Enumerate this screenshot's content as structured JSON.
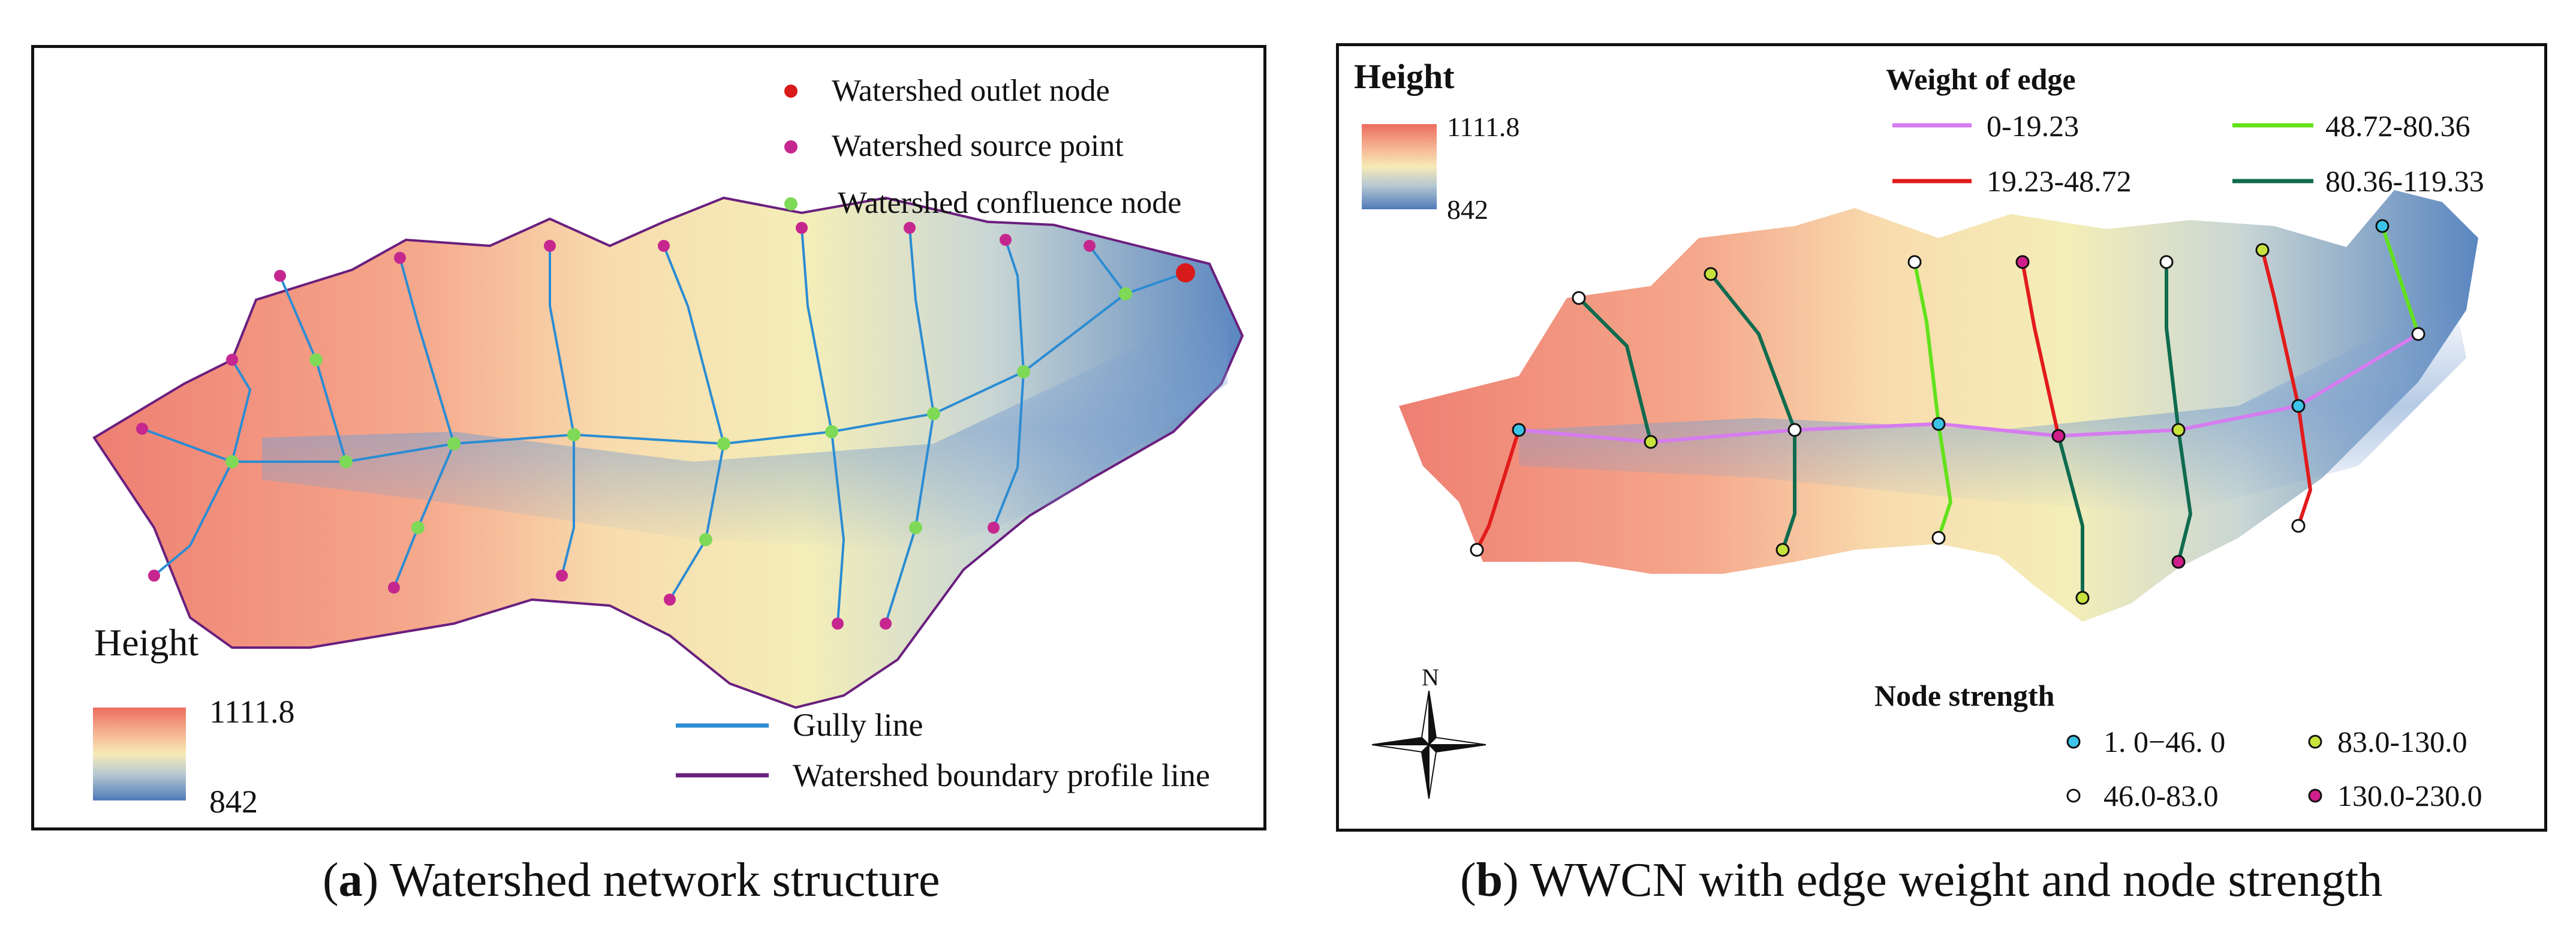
{
  "panel_a": {
    "legend_top": {
      "outlet": "Watershed outlet node",
      "source": "Watershed  source point",
      "confluence": "Watershed confluence  node"
    },
    "height": {
      "title": "Height",
      "max": "1111.8",
      "min": "842"
    },
    "legend_bottom": {
      "gully": "Gully line",
      "boundary": "Watershed boundary profile line"
    },
    "colors": {
      "gully": "#2b8cd3",
      "boundary": "#6a1f7e",
      "outlet": "#d91a1a",
      "source": "#c6278f",
      "confluence": "#7ed957"
    }
  },
  "panel_b": {
    "height": {
      "title": "Height",
      "max": "1111.8",
      "min": "842"
    },
    "edge_legend": {
      "title": "Weight of edge",
      "items": [
        {
          "label": "0-19.23",
          "color": "#d67bf0"
        },
        {
          "label": "48.72-80.36",
          "color": "#62e21a"
        },
        {
          "label": "19.23-48.72",
          "color": "#e21b1b"
        },
        {
          "label": "80.36-119.33",
          "color": "#0f6b4e"
        }
      ]
    },
    "node_legend": {
      "title": "Node strength",
      "items": [
        {
          "label": "1. 0−46. 0",
          "color": "#3cc4e8"
        },
        {
          "label": "83.0-130.0",
          "color": "#c8e23c"
        },
        {
          "label": "46.0-83.0",
          "color": "#ffffff"
        },
        {
          "label": "130.0-230.0",
          "color": "#d01f8a"
        }
      ]
    },
    "north": "N"
  },
  "captions": {
    "a_letter": "a",
    "a_text": " Watershed network structure",
    "b_letter": "b",
    "b_text": " WWCN with edge weight and node strength"
  }
}
